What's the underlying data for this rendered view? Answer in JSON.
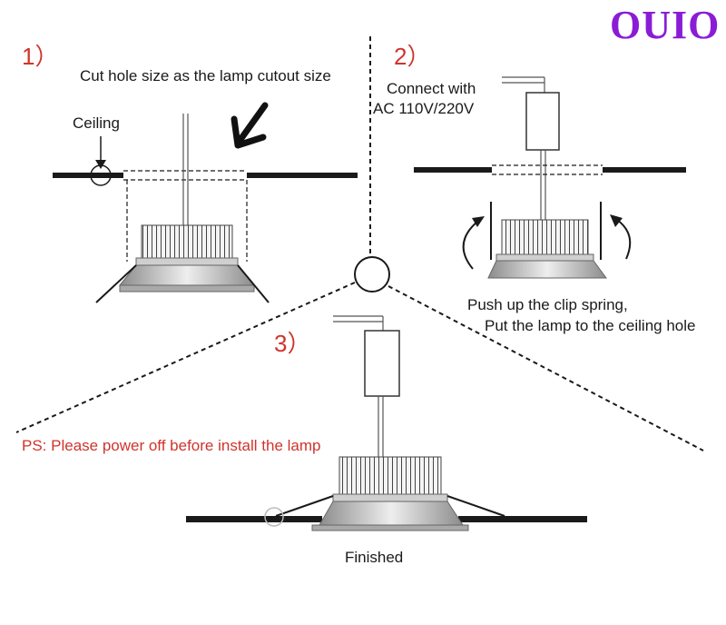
{
  "brand": {
    "logo_text": "OUIO",
    "color": "#8a1cd6"
  },
  "steps": [
    {
      "number": "1）",
      "texts": {
        "instruction": "Cut hole size as the lamp cutout size",
        "ceiling_label": "Ceiling"
      }
    },
    {
      "number": "2）",
      "texts": {
        "connect_line1": "Connect with",
        "connect_line2": "AC 110V/220V",
        "push_line1": "Push up the clip spring,",
        "push_line2": "Put the lamp to the ceiling hole"
      }
    },
    {
      "number": "3）",
      "texts": {
        "warning": "PS: Please power off before install the lamp",
        "finished": "Finished"
      }
    }
  ],
  "colors": {
    "step_number": "#d0342c",
    "warning_text": "#d0342c",
    "line": "#1a1a1a",
    "lamp_body": "#b8b8b8"
  }
}
